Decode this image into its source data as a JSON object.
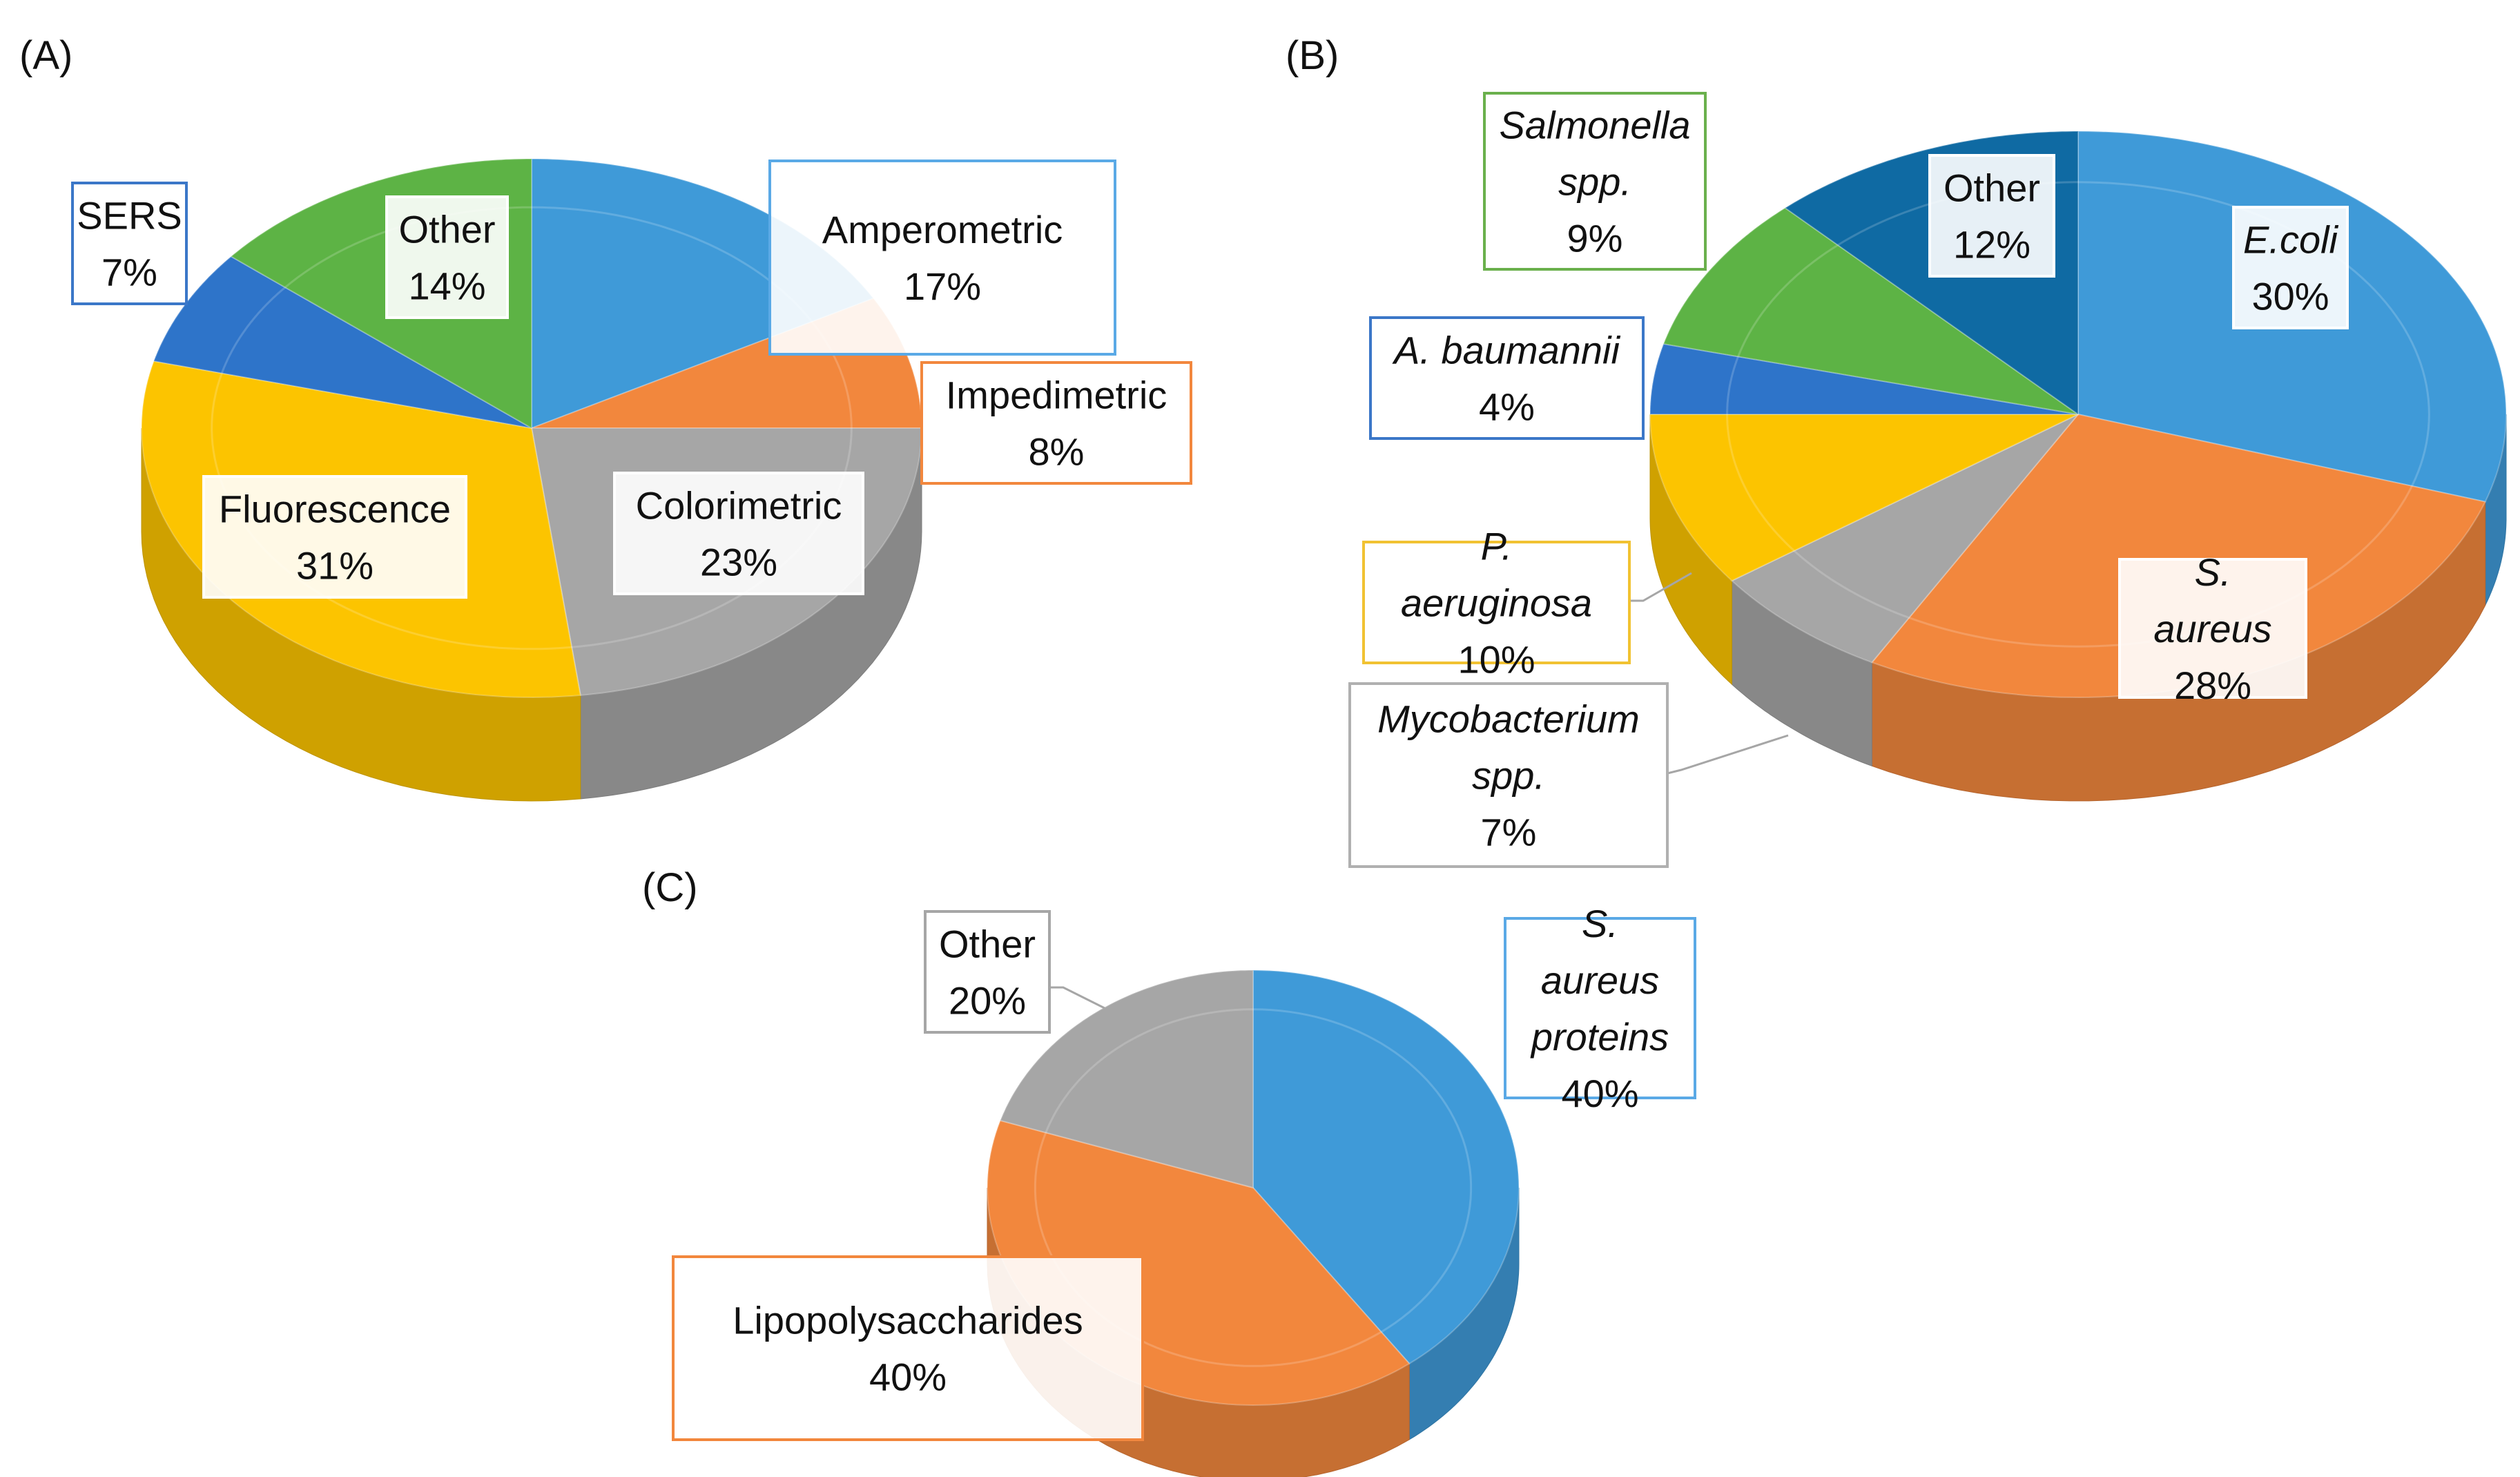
{
  "chart_data": [
    {
      "panel": "(A)",
      "type": "pie",
      "slices": [
        {
          "label": "Amperometric",
          "value": 17,
          "display": "17%",
          "color": "#3f9ad8",
          "label_border": "#5aa9e6",
          "italic": false
        },
        {
          "label": "Impedimetric",
          "value": 8,
          "display": "8%",
          "color": "#f2873d",
          "label_border": "#f2873d",
          "italic": false
        },
        {
          "label": "Colorimetric",
          "value": 23,
          "display": "23%",
          "color": "#a6a6a6",
          "label_border": "#ffffff",
          "italic": false
        },
        {
          "label": "Fluorescence",
          "value": 31,
          "display": "31%",
          "color": "#fcc400",
          "label_border": "#ffffff",
          "italic": false
        },
        {
          "label": "SERS",
          "value": 7,
          "display": "7%",
          "color": "#2e74c9",
          "label_border": "#3b77c8",
          "italic": false
        },
        {
          "label": "Other",
          "value": 14,
          "display": "14%",
          "color": "#5db345",
          "label_border": "#ffffff",
          "italic": false
        }
      ]
    },
    {
      "panel": "(B)",
      "type": "pie",
      "slices": [
        {
          "label": "E.coli",
          "value": 30,
          "display": "30%",
          "color": "#3f9ad8",
          "label_border": "#ffffff",
          "italic": true
        },
        {
          "label": "S. aureus",
          "value": 28,
          "display": "28%",
          "color": "#f2873d",
          "label_border": "#ffffff",
          "italic": true
        },
        {
          "label": "Mycobacterium spp.",
          "value": 7,
          "display": "7%",
          "color": "#a6a6a6",
          "label_border": "#b0b0b0",
          "italic": true
        },
        {
          "label": "P. aeruginosa",
          "value": 10,
          "display": "10%",
          "color": "#fcc400",
          "label_border": "#f1c232",
          "italic": true
        },
        {
          "label": "A. baumannii",
          "value": 4,
          "display": "4%",
          "color": "#2e74c9",
          "label_border": "#3b77c8",
          "italic": true
        },
        {
          "label": "Salmonella spp.",
          "value": 9,
          "display": "9%",
          "color": "#5db345",
          "label_border": "#6ab04c",
          "italic": true
        },
        {
          "label": "Other",
          "value": 12,
          "display": "12%",
          "color": "#0f6aa3",
          "label_border": "#ffffff",
          "italic": false
        }
      ]
    },
    {
      "panel": "(C)",
      "type": "pie",
      "slices": [
        {
          "label": "S. aureus proteins",
          "value": 40,
          "display": "40%",
          "color": "#3f9ad8",
          "label_border": "#5aa9e6",
          "italic": true
        },
        {
          "label": "Lipopolysaccharides",
          "value": 40,
          "display": "40%",
          "color": "#f2873d",
          "label_border": "#f2873d",
          "italic": false
        },
        {
          "label": "Other",
          "value": 20,
          "display": "20%",
          "color": "#a6a6a6",
          "label_border": "#a6a6a6",
          "italic": false
        }
      ]
    }
  ]
}
